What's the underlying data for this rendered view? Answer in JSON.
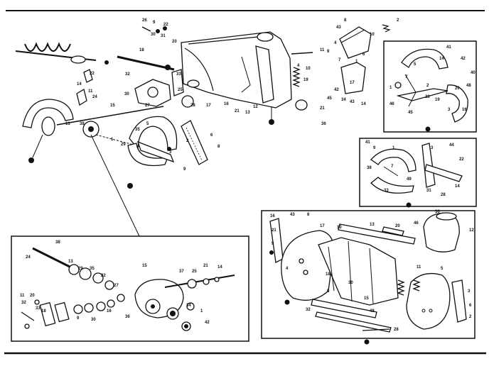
{
  "callouts": {
    "main_assembly": [
      "26",
      "9",
      "22",
      "30",
      "31",
      "20",
      "18",
      "32",
      "33",
      "25",
      "28",
      "17",
      "16",
      "21",
      "13",
      "12",
      "24",
      "30",
      "15",
      "27",
      "6",
      "8",
      "2",
      "3",
      "9",
      "14",
      "22",
      "11",
      "1",
      "29",
      "35",
      "5",
      "38",
      "13",
      "11",
      "4",
      "10",
      "19",
      "21",
      "36"
    ],
    "upper_right_parts": [
      "43",
      "8",
      "10",
      "4",
      "6",
      "9",
      "7",
      "1",
      "17",
      "42",
      "45",
      "34",
      "43",
      "14",
      "2"
    ],
    "inset_chute_assembly": [
      "41",
      "14",
      "5",
      "42",
      "40",
      "48",
      "7",
      "1",
      "46",
      "45",
      "2",
      "3",
      "16",
      "23",
      "19",
      "20"
    ],
    "inset_side_assembly": [
      "41",
      "9",
      "1",
      "44",
      "22",
      "3",
      "38",
      "7",
      "49",
      "33",
      "31",
      "28",
      "14"
    ],
    "inset_gear_assembly": [
      "38",
      "24",
      "13",
      "29",
      "35",
      "22",
      "27",
      "15",
      "37",
      "25",
      "21",
      "14",
      "11",
      "32",
      "20",
      "33",
      "18",
      "9",
      "30",
      "16",
      "36",
      "34",
      "1",
      "42"
    ],
    "inset_housing_assembly": [
      "16",
      "43",
      "8",
      "21",
      "9",
      "4",
      "17",
      "10",
      "13",
      "20",
      "46",
      "36",
      "12",
      "11",
      "5",
      "3",
      "6",
      "2",
      "18",
      "5",
      "30",
      "15",
      "48",
      "28",
      "32"
    ]
  },
  "colors": {
    "ink": "#111111",
    "paper": "#ffffff"
  }
}
